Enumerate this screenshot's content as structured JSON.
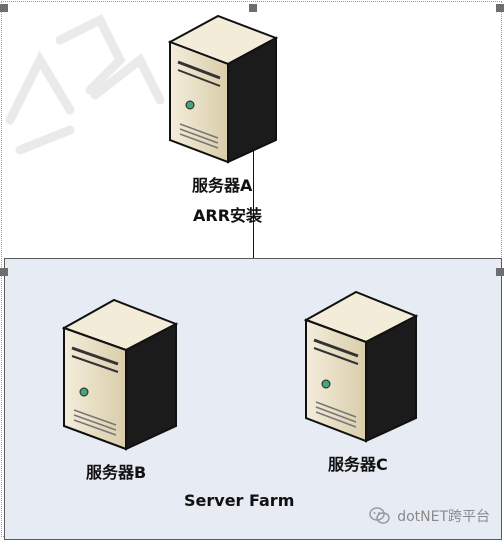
{
  "nodes": {
    "server_a": {
      "name": "服务器A",
      "role": "ARR安装"
    },
    "server_b": {
      "name": "服务器B"
    },
    "server_c": {
      "name": "服务器C"
    }
  },
  "group": {
    "title": "Server Farm",
    "fill_color": "#e6ebf4"
  },
  "watermark_text": "",
  "footer": {
    "text": "dotNET跨平台",
    "icon": "wechat-icon"
  },
  "colors": {
    "handle": "#6e6e6e",
    "server_body": "#efe6cf"
  }
}
